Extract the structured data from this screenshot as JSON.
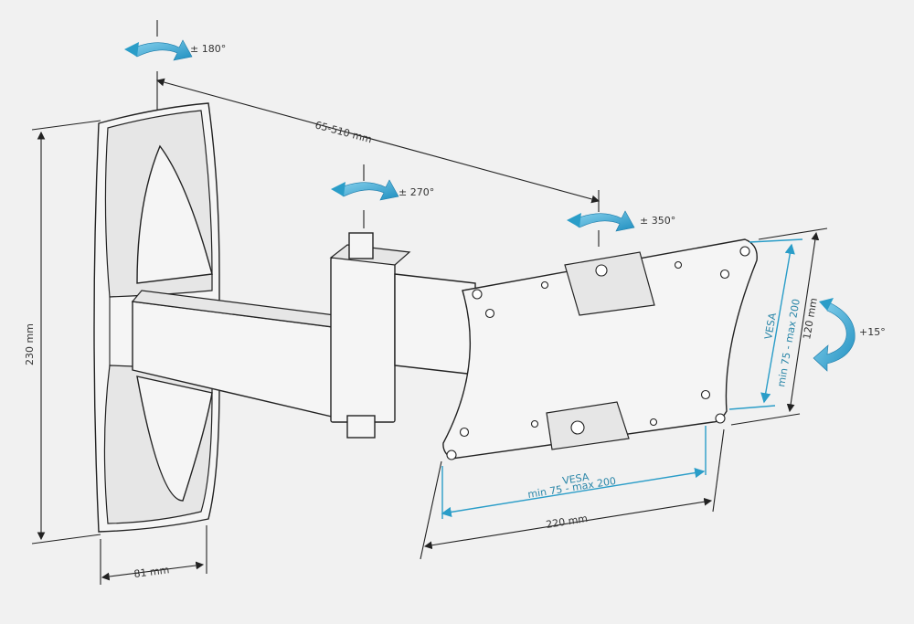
{
  "rotations": {
    "wall": "± 180°",
    "arm": "± 270°",
    "plate": "± 350°",
    "tilt": "+15°"
  },
  "dimensions": {
    "reach": "65-510 mm",
    "height": "230 mm",
    "depth": "81 mm",
    "plate_width": "220 mm",
    "plate_height": "120 mm"
  },
  "vesa": {
    "title": "VESA",
    "range": "min 75 - max 200"
  },
  "colors": {
    "accent": "#2a9dc8",
    "line": "#222222",
    "background": "#f1f1f1"
  }
}
